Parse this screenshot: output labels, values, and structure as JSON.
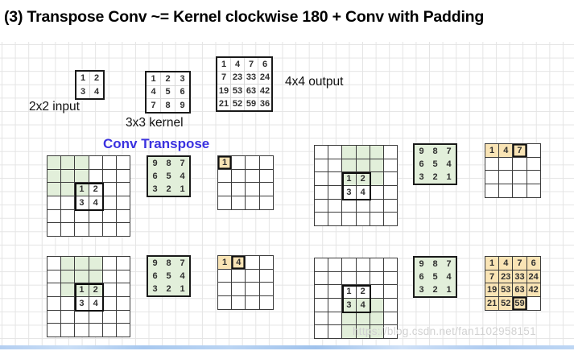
{
  "title": "(3) Transpose Conv ~= Kernel clockwise 180 + Conv with Padding",
  "section_label": "Conv Transpose",
  "watermark": "https://blog.csdn.net/fan1102958151",
  "colors": {
    "accent_blue": "#3A31E0",
    "window_green": "#E2EFDA",
    "result_orange": "#F9E4B5",
    "watermark_gray": "#D2D2D2",
    "bottom_bar_blue": "#AECBF2"
  },
  "top_row": {
    "input": {
      "label": "2x2 input",
      "values": [
        [
          1,
          2
        ],
        [
          3,
          4
        ]
      ]
    },
    "kernel": {
      "label": "3x3 kernel",
      "values": [
        [
          1,
          2,
          3
        ],
        [
          4,
          5,
          6
        ],
        [
          7,
          8,
          9
        ]
      ]
    },
    "output": {
      "label": "4x4 output",
      "values": [
        [
          1,
          4,
          7,
          6
        ],
        [
          7,
          23,
          33,
          24
        ],
        [
          19,
          53,
          63,
          42
        ],
        [
          21,
          52,
          59,
          36
        ]
      ]
    }
  },
  "flipped_kernel": [
    [
      9,
      8,
      7
    ],
    [
      6,
      5,
      4
    ],
    [
      3,
      2,
      1
    ]
  ],
  "diagrams": [
    {
      "name": "step-output-row0-col0",
      "window": {
        "row": 0,
        "col": 0,
        "rows": 3,
        "cols": 3
      },
      "input": {
        "row": 2,
        "col": 2,
        "values": [
          [
            1,
            2
          ],
          [
            3,
            4
          ]
        ]
      },
      "output": {
        "values": [
          [
            "1",
            "",
            "",
            ""
          ],
          [
            "",
            "",
            "",
            ""
          ],
          [
            "",
            "",
            "",
            ""
          ],
          [
            "",
            "",
            "",
            ""
          ]
        ],
        "highlight": {
          "row": 0,
          "col": 0
        }
      }
    },
    {
      "name": "step-output-row0-col2",
      "window": {
        "row": 0,
        "col": 2,
        "rows": 3,
        "cols": 3
      },
      "input": {
        "row": 2,
        "col": 2,
        "values": [
          [
            1,
            2
          ],
          [
            3,
            4
          ]
        ]
      },
      "output": {
        "values": [
          [
            "1",
            "4",
            "7",
            ""
          ],
          [
            "",
            "",
            "",
            ""
          ],
          [
            "",
            "",
            "",
            ""
          ],
          [
            "",
            "",
            "",
            ""
          ]
        ],
        "highlight": {
          "row": 0,
          "col": 2
        }
      }
    },
    {
      "name": "step-output-row0-col1",
      "window": {
        "row": 0,
        "col": 1,
        "rows": 3,
        "cols": 3
      },
      "input": {
        "row": 2,
        "col": 2,
        "values": [
          [
            1,
            2
          ],
          [
            3,
            4
          ]
        ]
      },
      "output": {
        "values": [
          [
            "1",
            "4",
            "",
            ""
          ],
          [
            "",
            "",
            "",
            ""
          ],
          [
            "",
            "",
            "",
            ""
          ],
          [
            "",
            "",
            "",
            ""
          ]
        ],
        "highlight": {
          "row": 0,
          "col": 1
        }
      }
    },
    {
      "name": "step-output-row3-col2",
      "window": {
        "row": 3,
        "col": 2,
        "rows": 3,
        "cols": 3
      },
      "input": {
        "row": 2,
        "col": 2,
        "values": [
          [
            1,
            2
          ],
          [
            3,
            4
          ]
        ]
      },
      "output": {
        "values": [
          [
            "1",
            "4",
            "7",
            "6"
          ],
          [
            "7",
            "23",
            "33",
            "24"
          ],
          [
            "19",
            "53",
            "63",
            "42"
          ],
          [
            "21",
            "52",
            "59",
            ""
          ]
        ],
        "highlight": {
          "row": 3,
          "col": 2
        }
      }
    }
  ]
}
